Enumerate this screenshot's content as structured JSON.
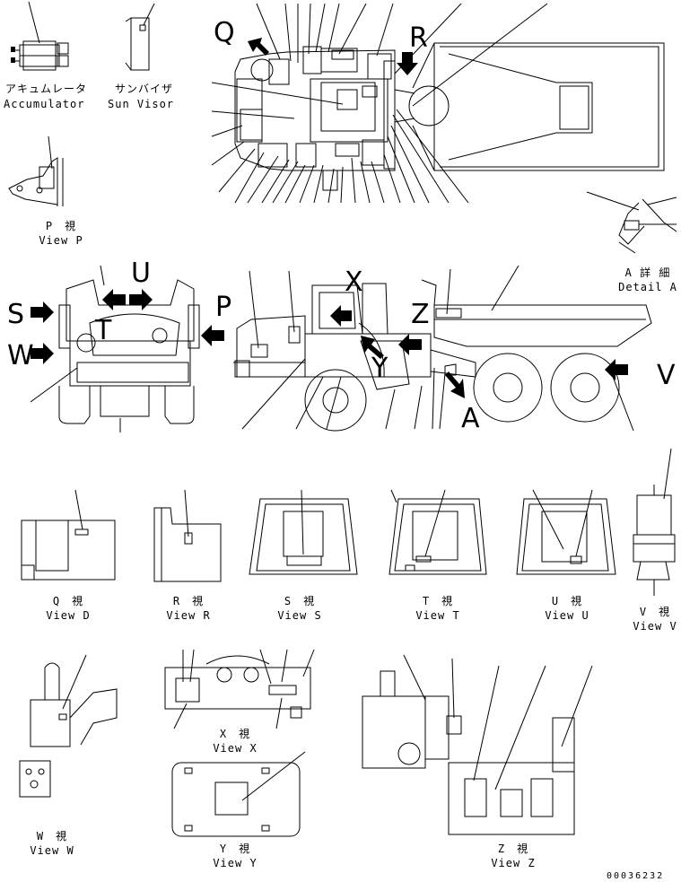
{
  "labels": {
    "accumulator_jp": "アキュムレータ",
    "accumulator_en": "Accumulator",
    "sunvisor_jp": "サンバイザ",
    "sunvisor_en": "Sun Visor",
    "view_p_jp": "P　視",
    "view_p_en": "View P",
    "detail_a_jp": "A 詳 細",
    "detail_a_en": "Detail A",
    "view_q_jp": "Q　視",
    "view_q_en": "View D",
    "view_r_jp": "R　視",
    "view_r_en": "View R",
    "view_s_jp": "S　視",
    "view_s_en": "View S",
    "view_t_jp": "T　視",
    "view_t_en": "View T",
    "view_u_jp": "U　視",
    "view_u_en": "View U",
    "view_v_jp": "V　視",
    "view_v_en": "View V",
    "view_w_jp": "W　視",
    "view_w_en": "View W",
    "view_x_jp": "X　視",
    "view_x_en": "View X",
    "view_y_jp": "Y　視",
    "view_y_en": "View Y",
    "view_z_jp": "Z　視",
    "view_z_en": "View Z",
    "part_number": "00036232"
  },
  "view_letters": {
    "q": "Q",
    "r": "R",
    "s": "S",
    "w": "W",
    "p": "P",
    "u": "U",
    "t": "T",
    "x": "X",
    "z": "Z",
    "y": "Y",
    "a": "A",
    "v": "V"
  }
}
